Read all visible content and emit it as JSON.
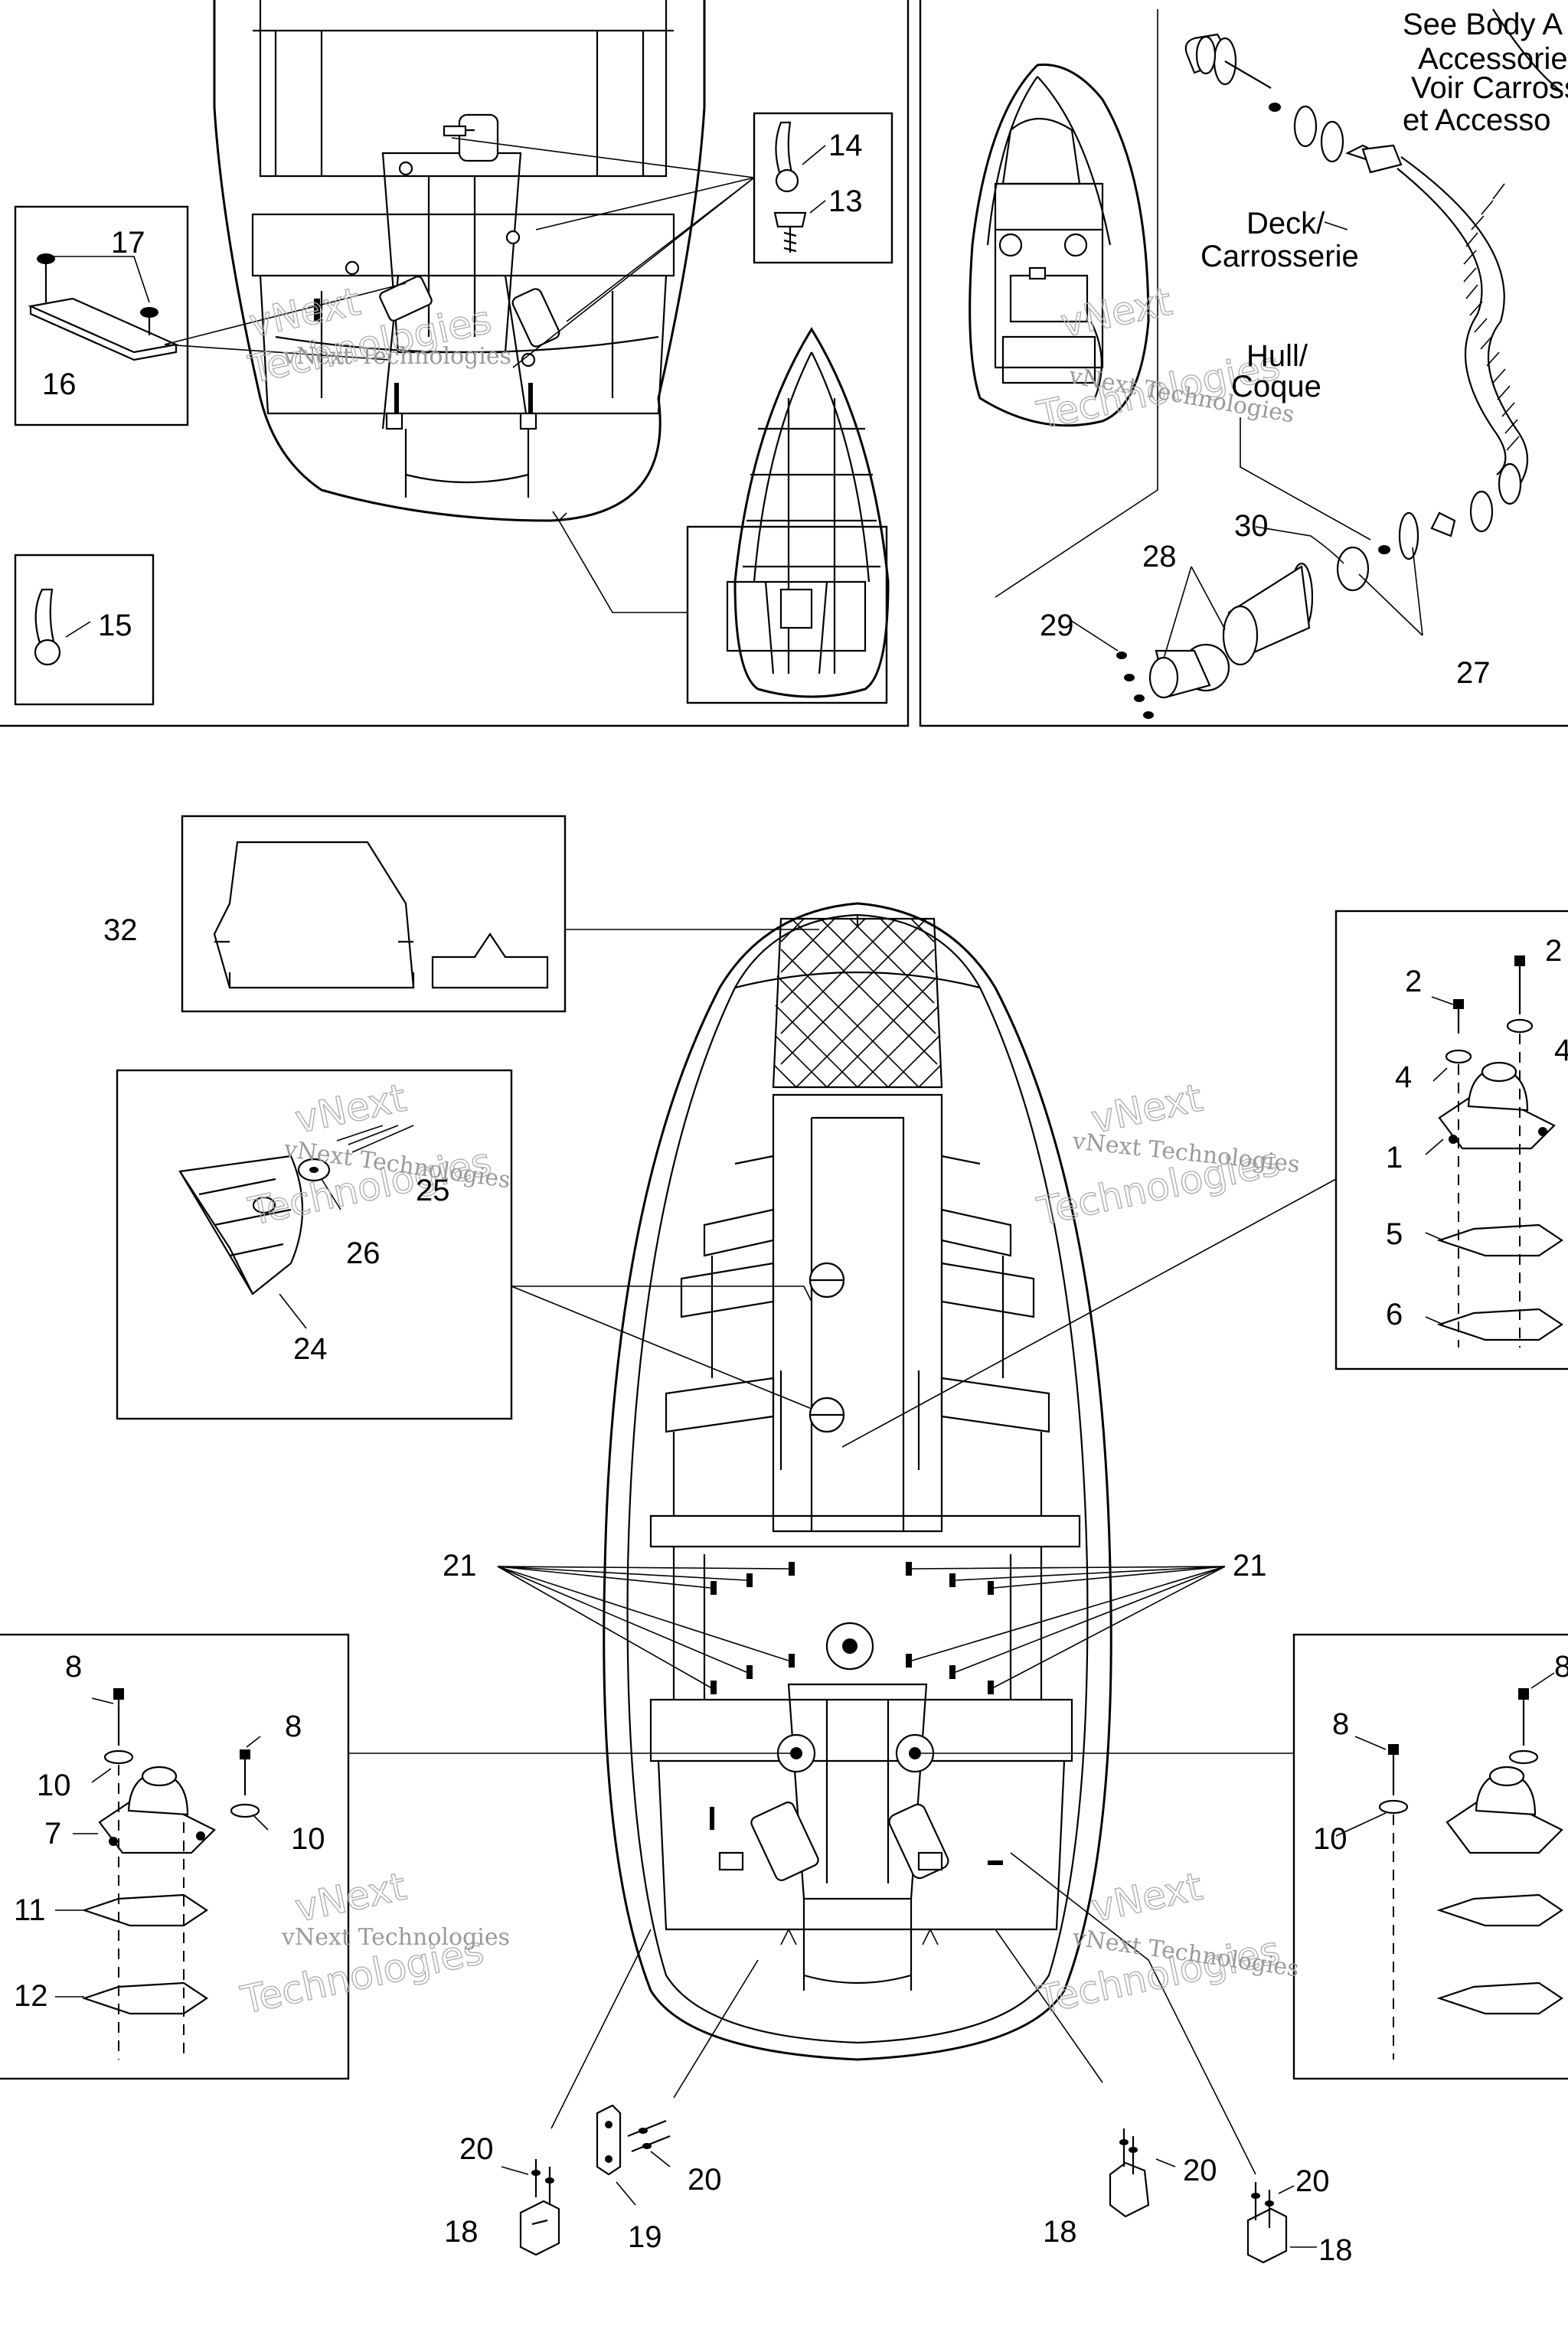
{
  "diagram": {
    "labels": {
      "see_body": "See Body A",
      "accessories": "Accessorie",
      "voir_carrosserie": "Voir Carross",
      "et_accessoires": "et Accesso",
      "deck": "Deck/",
      "carrosserie": "Carrosserie",
      "hull": "Hull/",
      "coque": "Coque"
    },
    "callouts": {
      "c1": "1",
      "c2a": "2",
      "c2b": "2",
      "c4a": "4",
      "c4b": "4",
      "c5": "5",
      "c6": "6",
      "c7": "7",
      "c8a": "8",
      "c8b": "8",
      "c8c": "8",
      "c8d": "8",
      "c10a": "10",
      "c10b": "10",
      "c10c": "10",
      "c11": "11",
      "c12": "12",
      "c13": "13",
      "c14": "14",
      "c15": "15",
      "c16": "16",
      "c17": "17",
      "c18a": "18",
      "c18b": "18",
      "c18c": "18",
      "c19": "19",
      "c20a": "20",
      "c20b": "20",
      "c20c": "20",
      "c20d": "20",
      "c21a": "21",
      "c21b": "21",
      "c24": "24",
      "c25": "25",
      "c26": "26",
      "c27": "27",
      "c28": "28",
      "c29": "29",
      "c30": "30",
      "c32": "32"
    },
    "watermark": {
      "line1": "vNext",
      "line2": "Technologies",
      "full": "vNext Technologies"
    }
  }
}
